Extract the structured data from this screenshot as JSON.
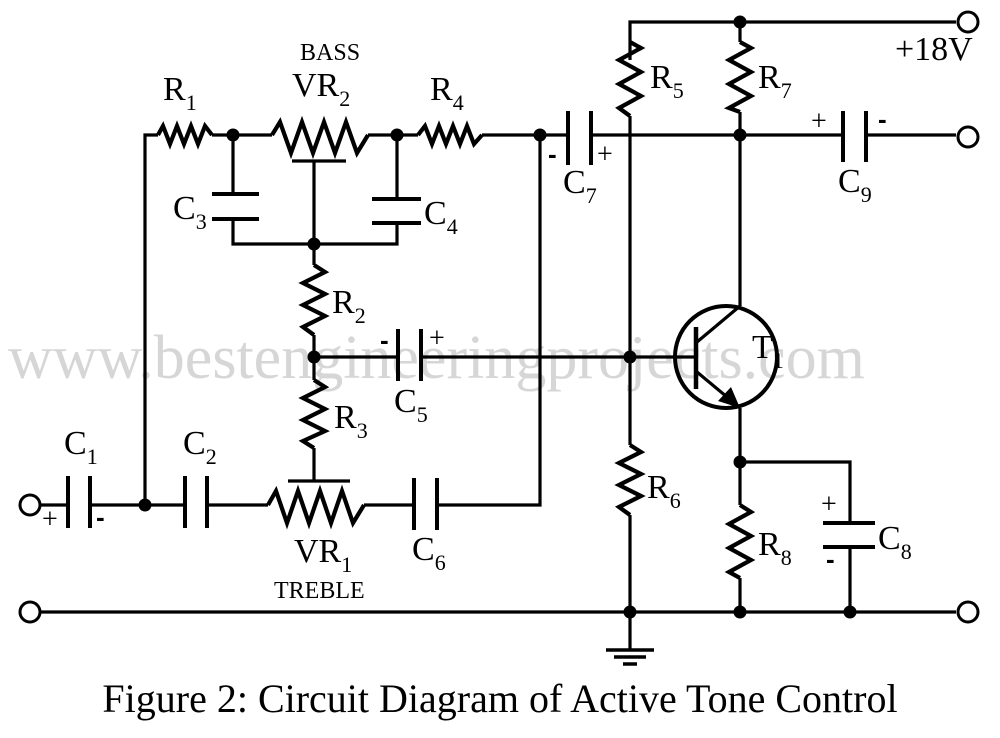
{
  "figure": {
    "caption": "Figure 2: Circuit Diagram of Active Tone Control",
    "watermark": "www.bestengineeringprojects.com"
  },
  "supply": {
    "label": "+18V"
  },
  "controls": {
    "bass_label": "BASS",
    "treble_label": "TREBLE"
  },
  "components": {
    "R1": {
      "name": "R",
      "sub": "1"
    },
    "R2": {
      "name": "R",
      "sub": "2"
    },
    "R3": {
      "name": "R",
      "sub": "3"
    },
    "R4": {
      "name": "R",
      "sub": "4"
    },
    "R5": {
      "name": "R",
      "sub": "5"
    },
    "R6": {
      "name": "R",
      "sub": "6"
    },
    "R7": {
      "name": "R",
      "sub": "7"
    },
    "R8": {
      "name": "R",
      "sub": "8"
    },
    "VR1": {
      "name": "VR",
      "sub": "1"
    },
    "VR2": {
      "name": "VR",
      "sub": "2"
    },
    "C1": {
      "name": "C",
      "sub": "1"
    },
    "C2": {
      "name": "C",
      "sub": "2"
    },
    "C3": {
      "name": "C",
      "sub": "3"
    },
    "C4": {
      "name": "C",
      "sub": "4"
    },
    "C5": {
      "name": "C",
      "sub": "5"
    },
    "C6": {
      "name": "C",
      "sub": "6"
    },
    "C7": {
      "name": "C",
      "sub": "7"
    },
    "C8": {
      "name": "C",
      "sub": "8"
    },
    "C9": {
      "name": "C",
      "sub": "9"
    },
    "T1": {
      "name": "T",
      "sub": "1"
    }
  },
  "polarity": {
    "plus": "+",
    "minus": "-"
  }
}
